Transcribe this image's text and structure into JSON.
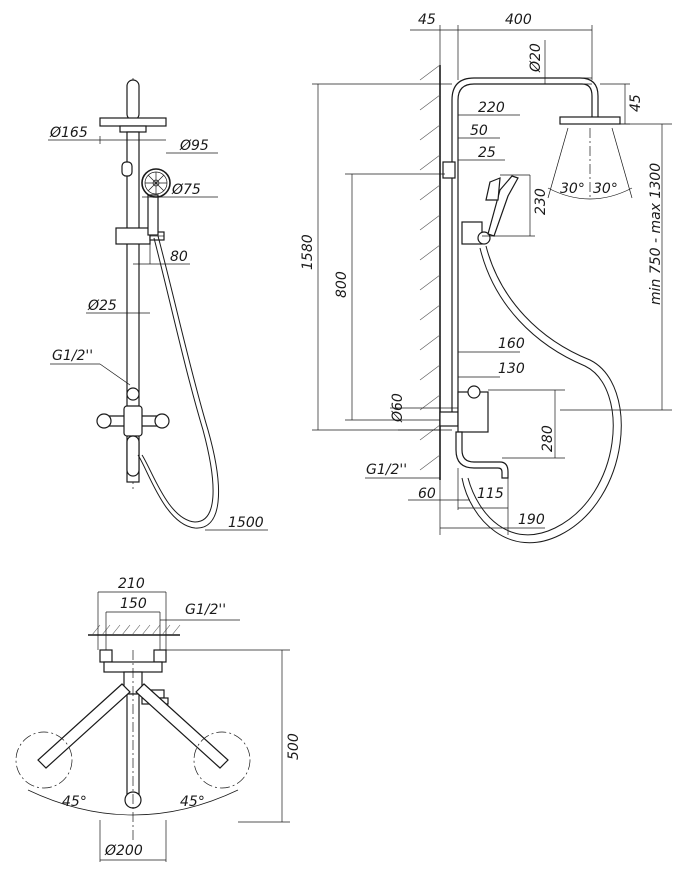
{
  "front_view": {
    "d_head": "Ø165",
    "d_holder": "Ø95",
    "d_hand_shower": "Ø75",
    "holder_offset": "80",
    "d_pipe": "Ø25",
    "thread": "G1/2''",
    "hose_length": "1500"
  },
  "side_view": {
    "wall_offset": "45",
    "arm_length": "400",
    "d_arm": "Ø20",
    "head_drop": "45",
    "d_220": "220",
    "d_50": "50",
    "d_25": "25",
    "d_230": "230",
    "angle_left": "30°",
    "angle_right": "30°",
    "total_height": "1580",
    "holder_height": "800",
    "install_range": "min 750 - max 1300",
    "d_160": "160",
    "d_130": "130",
    "d_inlet": "Ø60",
    "d_280": "280",
    "thread": "G1/2''",
    "d_60": "60",
    "d_115": "115",
    "d_190": "190"
  },
  "top_view": {
    "width_outer": "210",
    "width_inner": "150",
    "thread": "G1/2''",
    "depth": "500",
    "angle_left": "45°",
    "angle_right": "45°",
    "d_head": "Ø200"
  }
}
